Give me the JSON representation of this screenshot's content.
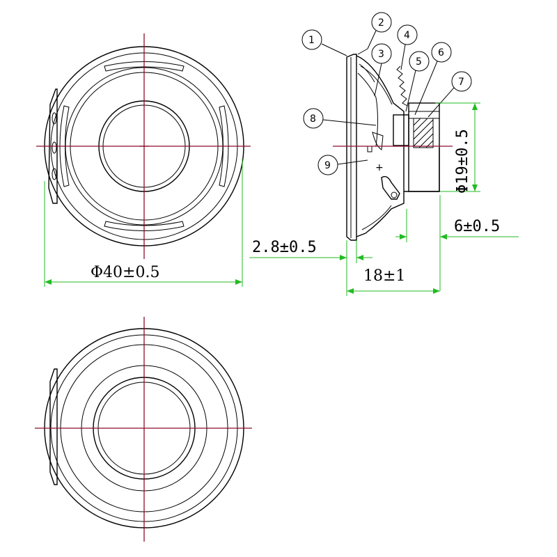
{
  "labels": {
    "diameter_outer": "Φ40±0.5",
    "diameter_magnet": "Φ19±0.5",
    "flange_thickness": "2.8±0.5",
    "total_depth": "18±1",
    "magnet_depth": "6±0.5",
    "polarity": "+"
  },
  "callouts": [
    "1",
    "2",
    "3",
    "4",
    "5",
    "6",
    "7",
    "8",
    "9"
  ],
  "colors": {
    "outline": "#000000",
    "centerline": "#8b0f2a",
    "dimension": "#22bb22"
  }
}
